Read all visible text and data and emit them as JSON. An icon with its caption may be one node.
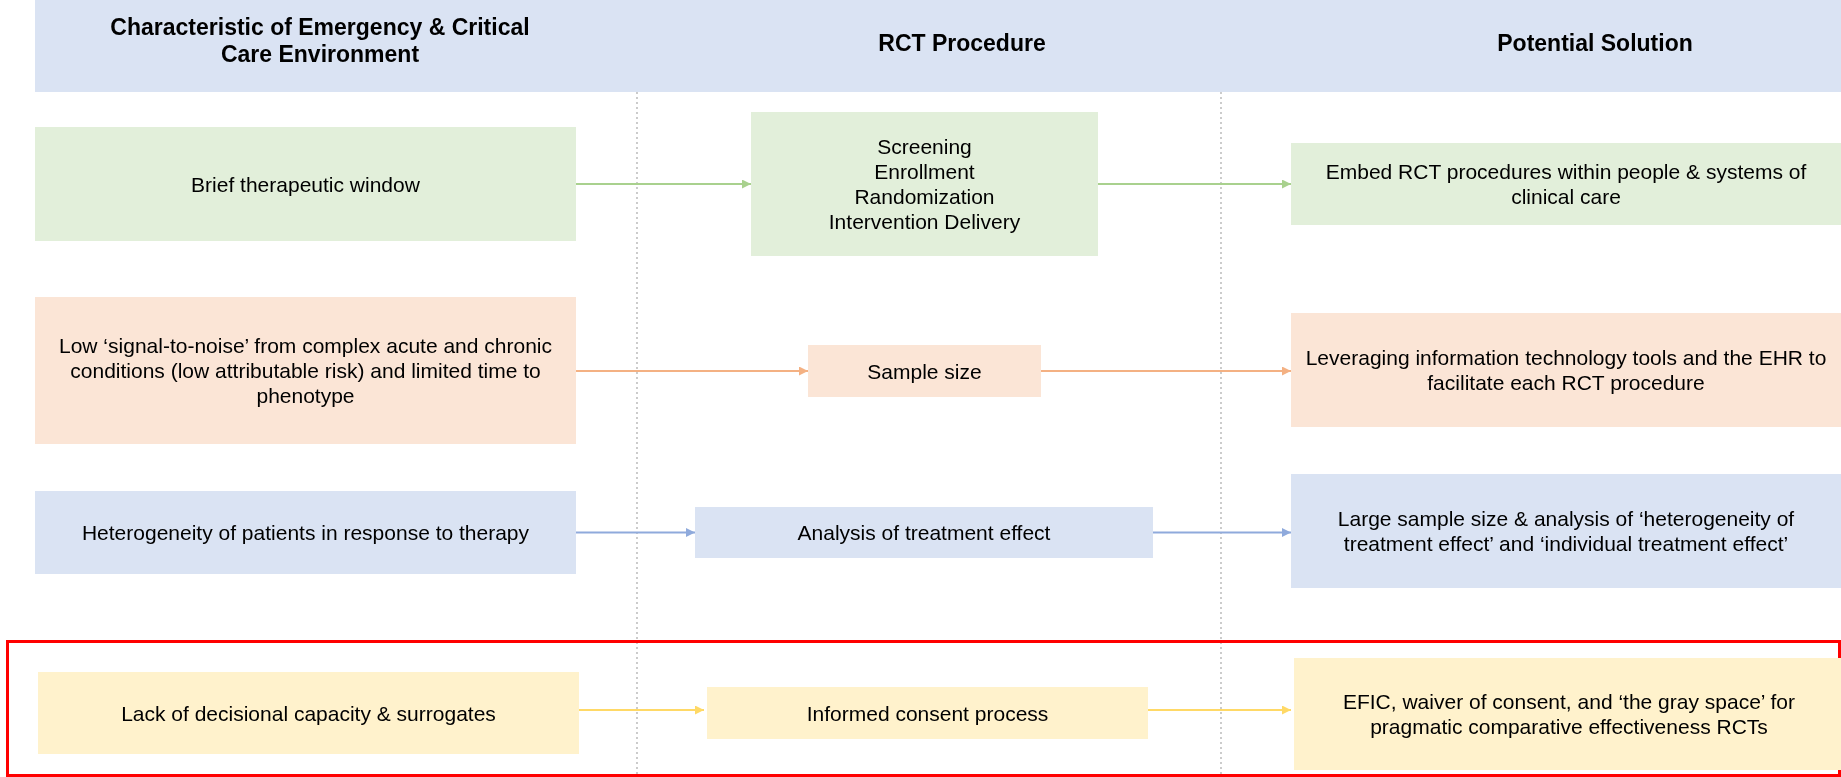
{
  "diagram": {
    "nodes": [
      {
        "text": [
          "Characteristic of Emergency & Critical Care Environment",
          "RCT Procedure",
          "Potential Solution"
        ]
      },
      {
        "text": [
          "Brief therapeutic window"
        ]
      },
      {
        "text": [
          "Screening",
          "Enrollment",
          "Randomization",
          "Intervention Delivery"
        ]
      },
      {
        "text": [
          "Embed RCT procedures within people & systems of clinical care"
        ]
      },
      {
        "text": [
          "Low ‘signal-to-noise’ from complex acute and chronic conditions (low attributable risk) and limited time to phenotype"
        ]
      },
      {
        "text": [
          "Sample size"
        ]
      },
      {
        "text": [
          "Leveraging information technology tools and the EHR to facilitate each RCT procedure"
        ]
      },
      {
        "text": [
          "Heterogeneity of patients in response to therapy"
        ]
      },
      {
        "text": [
          "Analysis of treatment effect"
        ]
      },
      {
        "text": [
          "Large sample size & analysis of ‘heterogeneity of treatment effect’ and ‘individual treatment effect’"
        ]
      },
      {
        "text": [],
        "shape": "box"
      },
      {
        "text": [
          "Lack of decisional capacity & surrogates"
        ],
        "in": 10
      },
      {
        "text": [
          "Informed consent process"
        ],
        "in": 10
      },
      {
        "text": [
          "EFIC, waiver of consent, and ‘the gray space’ for pragmatic comparative effectiveness RCTs"
        ],
        "in": 10
      }
    ],
    "edges": [
      {
        "from": 1,
        "to": 2,
        "arrow": "to",
        "color": "#a9d18e"
      },
      {
        "from": 2,
        "to": 3,
        "arrow": "to",
        "color": "#a9d18e"
      },
      {
        "from": 4,
        "to": 5,
        "arrow": "to",
        "color": "#f4b183"
      },
      {
        "from": 5,
        "to": 6,
        "arrow": "to",
        "color": "#f4b183"
      },
      {
        "from": 7,
        "to": 8,
        "arrow": "to",
        "color": "#8faadc"
      },
      {
        "from": 8,
        "to": 9,
        "arrow": "to",
        "color": "#8faadc"
      },
      {
        "from": 11,
        "to": 12,
        "arrow": "to",
        "color": "#ffd966"
      },
      {
        "from": 12,
        "to": 13,
        "arrow": "to",
        "color": "#ffd966"
      }
    ]
  }
}
